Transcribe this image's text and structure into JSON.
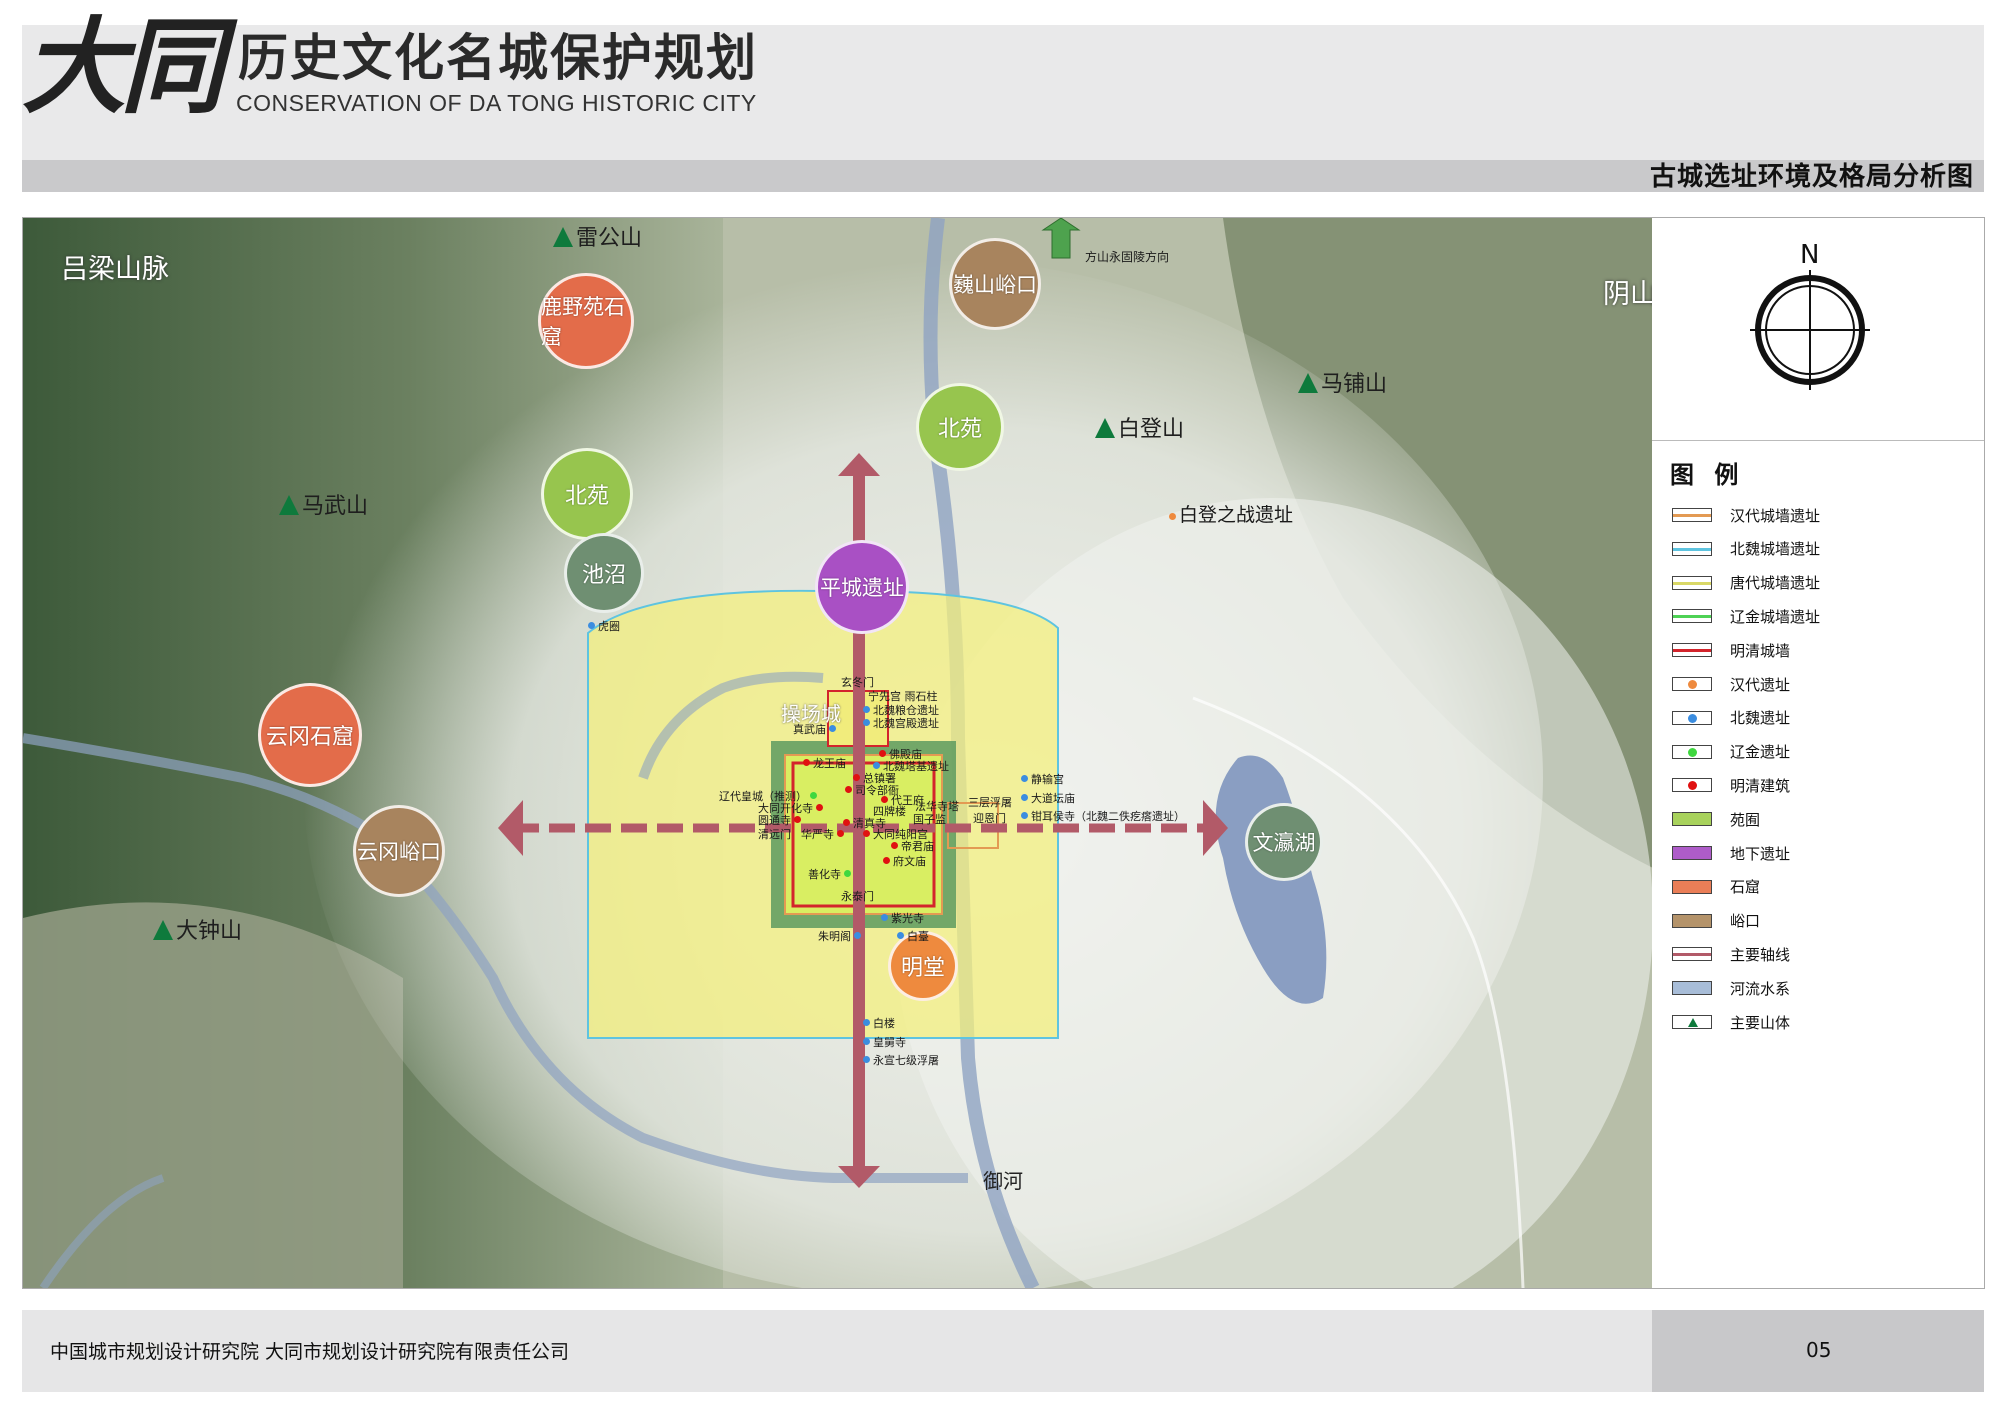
{
  "header": {
    "logo": "大同",
    "title_cn": "历史文化名城保护规划",
    "title_en": "CONSERVATION OF DA TONG HISTORIC CITY",
    "subtitle": "古城选址环境及格局分析图"
  },
  "map": {
    "ranges": {
      "west": "吕梁山脉",
      "east": "阴山山脉"
    },
    "mountains": [
      "雷公山",
      "马武山",
      "大钟山",
      "马铺山",
      "白登山"
    ],
    "circles": {
      "luyeyuan": "鹿野苑石窟",
      "beiyuan1": "北苑",
      "beiyuan2": "北苑",
      "chiyan": "池沼",
      "weishan": "巍山峪口",
      "pingcheng": "平城遗址",
      "yungang": "云冈石窟",
      "yungangyu": "云冈峪口",
      "wenying": "文瀛湖",
      "mingtang": "明堂"
    },
    "labels": {
      "fangshan": "方山永固陵方向",
      "baideng_site": "白登之战遗址",
      "huyuan": "虎圈",
      "caochang": "操场城",
      "yuhe": "御河",
      "xuandongmen": "玄冬门",
      "ningxiangong": "宁先宫 雨石柱",
      "beiwei_liangcang": "北魏粮仓遗址",
      "beiwei_gongdian": "北魏宫殿遗址",
      "zhenwu": "真武庙",
      "longwang": "龙王庙",
      "fodian": "佛殿庙",
      "beiwei_ta": "北魏塔基遗址",
      "zongzhen": "总镇署",
      "siling": "司令部衙",
      "liaodai": "辽代皇城（推测）",
      "datongkaihua": "大同开化寺",
      "daiwangfu": "代王府",
      "fahua": "法华寺塔",
      "sanceng": "三层浮屠",
      "yuantong": "圆通寺",
      "qingzhen": "清真寺",
      "sipailou": "四牌楼",
      "guozi": "国子监",
      "yinghui": "迎恩门",
      "qingyuan": "清远门",
      "huayan": "华严寺",
      "chunyang": "大同纯阳宫",
      "dijun": "帝君庙",
      "fuwen": "府文庙",
      "shanhua": "善化寺",
      "yongtai": "永泰门",
      "ziguang": "紫光寺",
      "zhuming": "朱明阁",
      "baitai": "白臺",
      "jingyun": "静输宫",
      "dadao": "大道坛庙",
      "qieer": "钳耳侯寺（北魏二佚疙瘩遗址）",
      "bailou": "白楼",
      "huangjiu": "皇舅寺",
      "yongxuan": "永宣七级浮屠"
    }
  },
  "legend": {
    "north": "N",
    "title": "图 例",
    "items": [
      {
        "label": "汉代城墙遗址",
        "color": "#e39a53"
      },
      {
        "label": "北魏城墙遗址",
        "color": "#5ec4e0"
      },
      {
        "label": "唐代城墙遗址",
        "color": "#d9d866"
      },
      {
        "label": "辽金城墙遗址",
        "color": "#4ed255"
      },
      {
        "label": "明清城墙",
        "color": "#d3242c"
      },
      {
        "label": "汉代遗址",
        "color": "#ee8a3e"
      },
      {
        "label": "北魏遗址",
        "color": "#3b8de0"
      },
      {
        "label": "辽金遗址",
        "color": "#3fd83f"
      },
      {
        "label": "明清建筑",
        "color": "#e01111"
      },
      {
        "label": "苑囿",
        "color": "#a8d25c"
      },
      {
        "label": "地下遗址",
        "color": "#ae5cc9"
      },
      {
        "label": "石窟",
        "color": "#ea7e57"
      },
      {
        "label": "峪口",
        "color": "#b4936a"
      },
      {
        "label": "主要轴线",
        "color": "#b25a68"
      },
      {
        "label": "河流水系",
        "color": "#a8bdd8"
      },
      {
        "label": "主要山体",
        "color": "#0e7a3c"
      }
    ]
  },
  "footer": {
    "org": "中国城市规划设计研究院  大同市规划设计研究院有限责任公司",
    "page": "05"
  }
}
